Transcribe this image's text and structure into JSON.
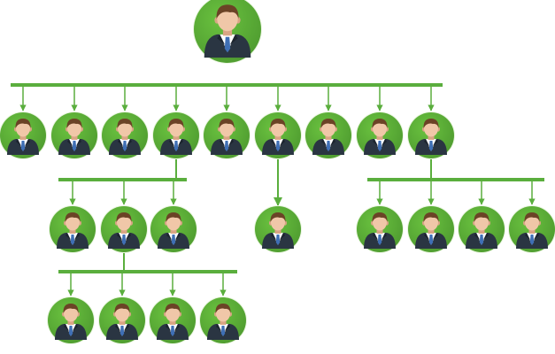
{
  "colors": {
    "line": "#5aae3d",
    "circle": "#6ac23f",
    "circle_dark": "#4f9c30",
    "circle_edge": "#eaf6e1",
    "suit": "#2a3542",
    "suit_dark": "#1c242e",
    "shirt": "#ffffff",
    "tie": "#3f6fb5",
    "skin": "#f0c7a8",
    "skin_shade": "#d9a585",
    "hair": "#6b4326"
  },
  "diagram": {
    "type": "org-chart",
    "icon": "person-icon",
    "nodes": [
      {
        "id": "root",
        "level": 0
      },
      {
        "id": "m1",
        "level": 1,
        "parent": "root"
      },
      {
        "id": "m2",
        "level": 1,
        "parent": "root"
      },
      {
        "id": "m3",
        "level": 1,
        "parent": "root"
      },
      {
        "id": "m4",
        "level": 1,
        "parent": "root"
      },
      {
        "id": "m5",
        "level": 1,
        "parent": "root"
      },
      {
        "id": "m6",
        "level": 1,
        "parent": "root"
      },
      {
        "id": "m7",
        "level": 1,
        "parent": "root"
      },
      {
        "id": "m8",
        "level": 1,
        "parent": "root"
      },
      {
        "id": "m9",
        "level": 1,
        "parent": "root"
      },
      {
        "id": "a1",
        "level": 2,
        "parent": "m4"
      },
      {
        "id": "a2",
        "level": 2,
        "parent": "m4"
      },
      {
        "id": "a3",
        "level": 2,
        "parent": "m4"
      },
      {
        "id": "b1",
        "level": 2,
        "parent": "m6"
      },
      {
        "id": "c1",
        "level": 2,
        "parent": "m9"
      },
      {
        "id": "c2",
        "level": 2,
        "parent": "m9"
      },
      {
        "id": "c3",
        "level": 2,
        "parent": "m9"
      },
      {
        "id": "c4",
        "level": 2,
        "parent": "m9"
      },
      {
        "id": "d1",
        "level": 3,
        "parent": "a2"
      },
      {
        "id": "d2",
        "level": 3,
        "parent": "a2"
      },
      {
        "id": "d3",
        "level": 3,
        "parent": "a2"
      },
      {
        "id": "d4",
        "level": 3,
        "parent": "a2"
      }
    ]
  }
}
